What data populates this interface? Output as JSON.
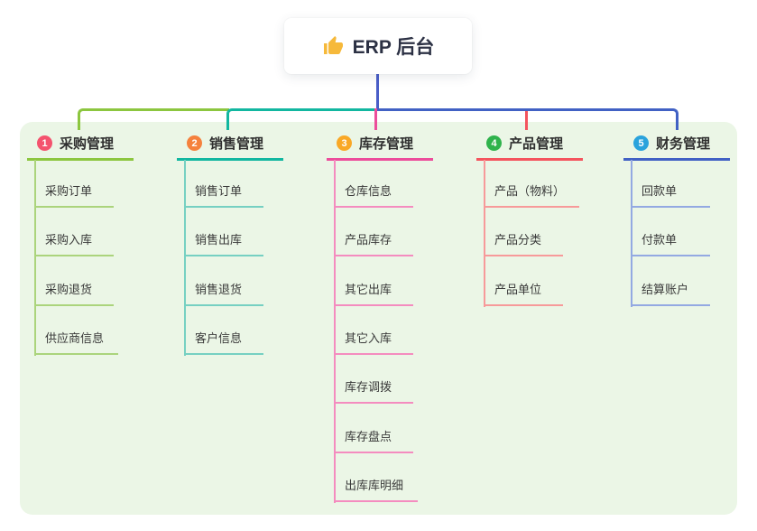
{
  "root": {
    "label": "ERP 后台",
    "icon": "thumbs-up-icon",
    "icon_color": "#f6b93b"
  },
  "canvas": {
    "background": "#ffffff",
    "panel_color": "#ebf6e6",
    "trunk_color": "#4a5ec8"
  },
  "branches": [
    {
      "number": "1",
      "label": "采购管理",
      "badge_color": "#f4536e",
      "line_color": "#8cc63f",
      "child_line_color": "#abd47c",
      "children": [
        "采购订单",
        "采购入库",
        "采购退货",
        "供应商信息"
      ]
    },
    {
      "number": "2",
      "label": "销售管理",
      "badge_color": "#f5813d",
      "line_color": "#12b7a0",
      "child_line_color": "#76d0c2",
      "children": [
        "销售订单",
        "销售出库",
        "销售退货",
        "客户信息"
      ]
    },
    {
      "number": "3",
      "label": "库存管理",
      "badge_color": "#f9a826",
      "line_color": "#ec4d9b",
      "child_line_color": "#f48cbf",
      "children": [
        "仓库信息",
        "产品库存",
        "其它出库",
        "其它入库",
        "库存调拨",
        "库存盘点",
        "出库库明细"
      ]
    },
    {
      "number": "4",
      "label": "产品管理",
      "badge_color": "#2fb34c",
      "line_color": "#f4545e",
      "child_line_color": "#f79a9a",
      "children": [
        "产品（物料）",
        "产品分类",
        "产品单位"
      ]
    },
    {
      "number": "5",
      "label": "财务管理",
      "badge_color": "#2aa3dc",
      "line_color": "#4161c4",
      "child_line_color": "#93a9e2",
      "children": [
        "回款单",
        "付款单",
        "结算账户"
      ]
    }
  ]
}
